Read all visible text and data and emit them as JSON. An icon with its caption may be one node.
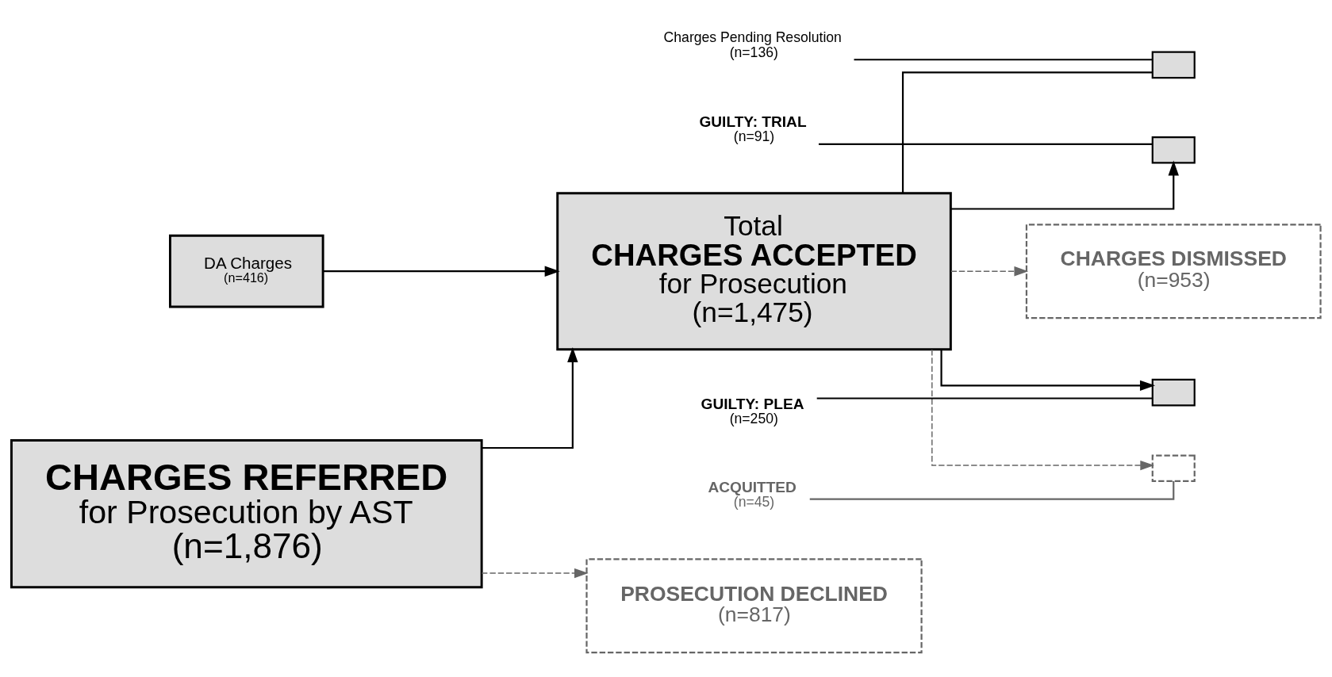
{
  "diagram": {
    "nodes": [
      {
        "text": [
          "Charges Pending Resolution",
          "(n=136)"
        ]
      },
      {
        "text": [],
        "shape": "box"
      },
      {
        "text": [
          "GUILTY: TRIAL",
          "(n=91)"
        ]
      },
      {
        "text": [
          "DA Charges",
          "(n=416)"
        ]
      },
      {
        "text": [
          "Total",
          "CHARGES ACCEPTED",
          "for Prosecution",
          "(n=1,475)"
        ]
      },
      {
        "text": [],
        "shape": "box"
      },
      {
        "text": [
          "GUILTY: PLEA",
          "(n=250)"
        ]
      },
      {
        "text": [],
        "shape": "box"
      },
      {
        "text": [
          "CHARGES REFERRED",
          "for Prosecution by AST",
          "(n=1,876)"
        ]
      },
      {
        "text": [
          "CHARGES DISMISSED",
          "(n=953)"
        ]
      },
      {
        "text": [],
        "shape": "box"
      },
      {
        "text": [
          "ACQUITTED",
          "(n=45)"
        ]
      },
      {
        "text": [
          "PROSECUTION DECLINED",
          "(n=817)"
        ]
      }
    ],
    "edges": [
      {
        "from": 3,
        "to": 4,
        "arrow": "to"
      },
      {
        "from": 8,
        "to": 4,
        "arrow": "to"
      },
      {
        "from": 8,
        "to": 12,
        "arrow": "to",
        "style": "dashed",
        "color": "#666666"
      },
      {
        "from": 4,
        "to": 1,
        "arrow": "none"
      },
      {
        "from": 4,
        "to": 5,
        "arrow": "to"
      },
      {
        "from": 4,
        "to": 7,
        "arrow": "to"
      },
      {
        "from": 4,
        "to": 9,
        "arrow": "to",
        "style": "dashed",
        "color": "#666666"
      },
      {
        "from": 4,
        "to": 10,
        "arrow": "to",
        "style": "dashed",
        "color": "#666666"
      },
      {
        "from": 0,
        "to": 1,
        "arrow": "none"
      },
      {
        "from": 2,
        "to": 5,
        "arrow": "none"
      },
      {
        "from": 6,
        "to": 7,
        "arrow": "none"
      },
      {
        "from": 11,
        "to": 10,
        "arrow": "none",
        "color": "#666666"
      }
    ]
  }
}
